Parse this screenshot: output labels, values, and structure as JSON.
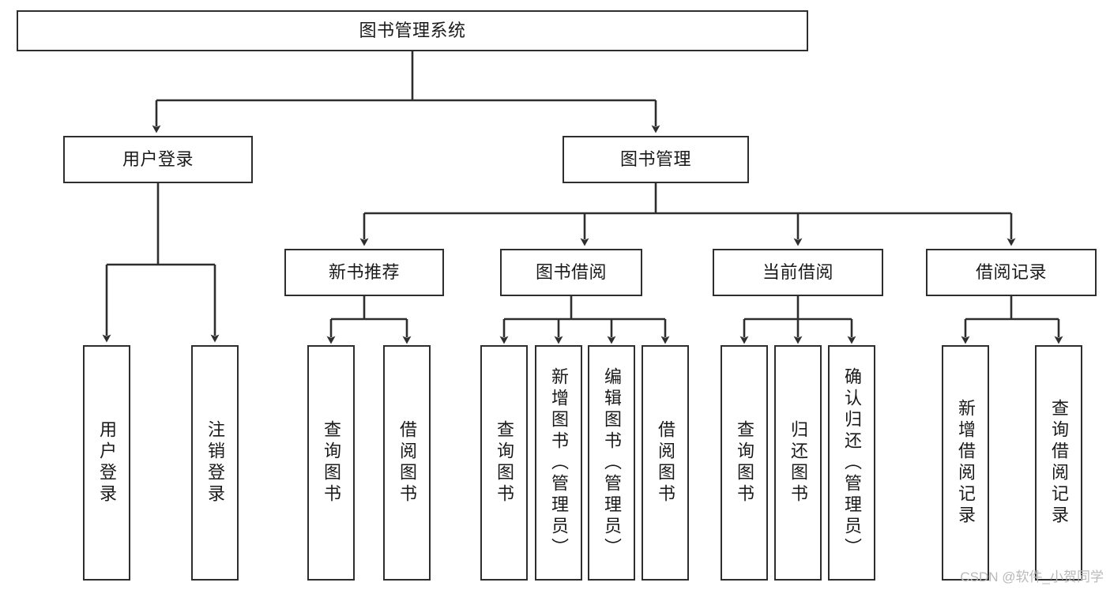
{
  "diagram": {
    "title": "图书管理系统",
    "type": "tree-hierarchy-chart",
    "colors": {
      "box_border": "#2e2e2e",
      "box_fill": "#ffffff",
      "connector": "#333333",
      "text": "#1a1a1a",
      "watermark": "#b9b9b9"
    },
    "nodes": {
      "root": {
        "label": "图书管理系统",
        "orientation": "horizontal"
      },
      "level2": [
        {
          "label": "用户登录",
          "orientation": "horizontal"
        },
        {
          "label": "图书管理",
          "orientation": "horizontal"
        }
      ],
      "level3": [
        {
          "label": "新书推荐",
          "orientation": "horizontal"
        },
        {
          "label": "图书借阅",
          "orientation": "horizontal"
        },
        {
          "label": "当前借阅",
          "orientation": "horizontal"
        },
        {
          "label": "借阅记录",
          "orientation": "horizontal"
        }
      ],
      "leaves": {
        "user_login": [
          {
            "label": "用户登录",
            "orientation": "vertical"
          },
          {
            "label": "注销登录",
            "orientation": "vertical"
          }
        ],
        "new_book_recommend": [
          {
            "label": "查询图书",
            "orientation": "vertical"
          },
          {
            "label": "借阅图书",
            "orientation": "vertical"
          }
        ],
        "book_borrow": [
          {
            "label": "查询图书",
            "orientation": "vertical"
          },
          {
            "label": "新增图书（管理员）",
            "orientation": "vertical"
          },
          {
            "label": "编辑图书（管理员）",
            "orientation": "vertical"
          },
          {
            "label": "借阅图书",
            "orientation": "vertical"
          }
        ],
        "current_borrow": [
          {
            "label": "查询图书",
            "orientation": "vertical"
          },
          {
            "label": "归还图书",
            "orientation": "vertical"
          },
          {
            "label": "确认归还（管理员）",
            "orientation": "vertical"
          }
        ],
        "borrow_record": [
          {
            "label": "新增借阅记录",
            "orientation": "vertical"
          },
          {
            "label": "查询借阅记录",
            "orientation": "vertical"
          }
        ]
      }
    }
  },
  "watermark": {
    "text": "CSDN @软件_小贺同学"
  }
}
